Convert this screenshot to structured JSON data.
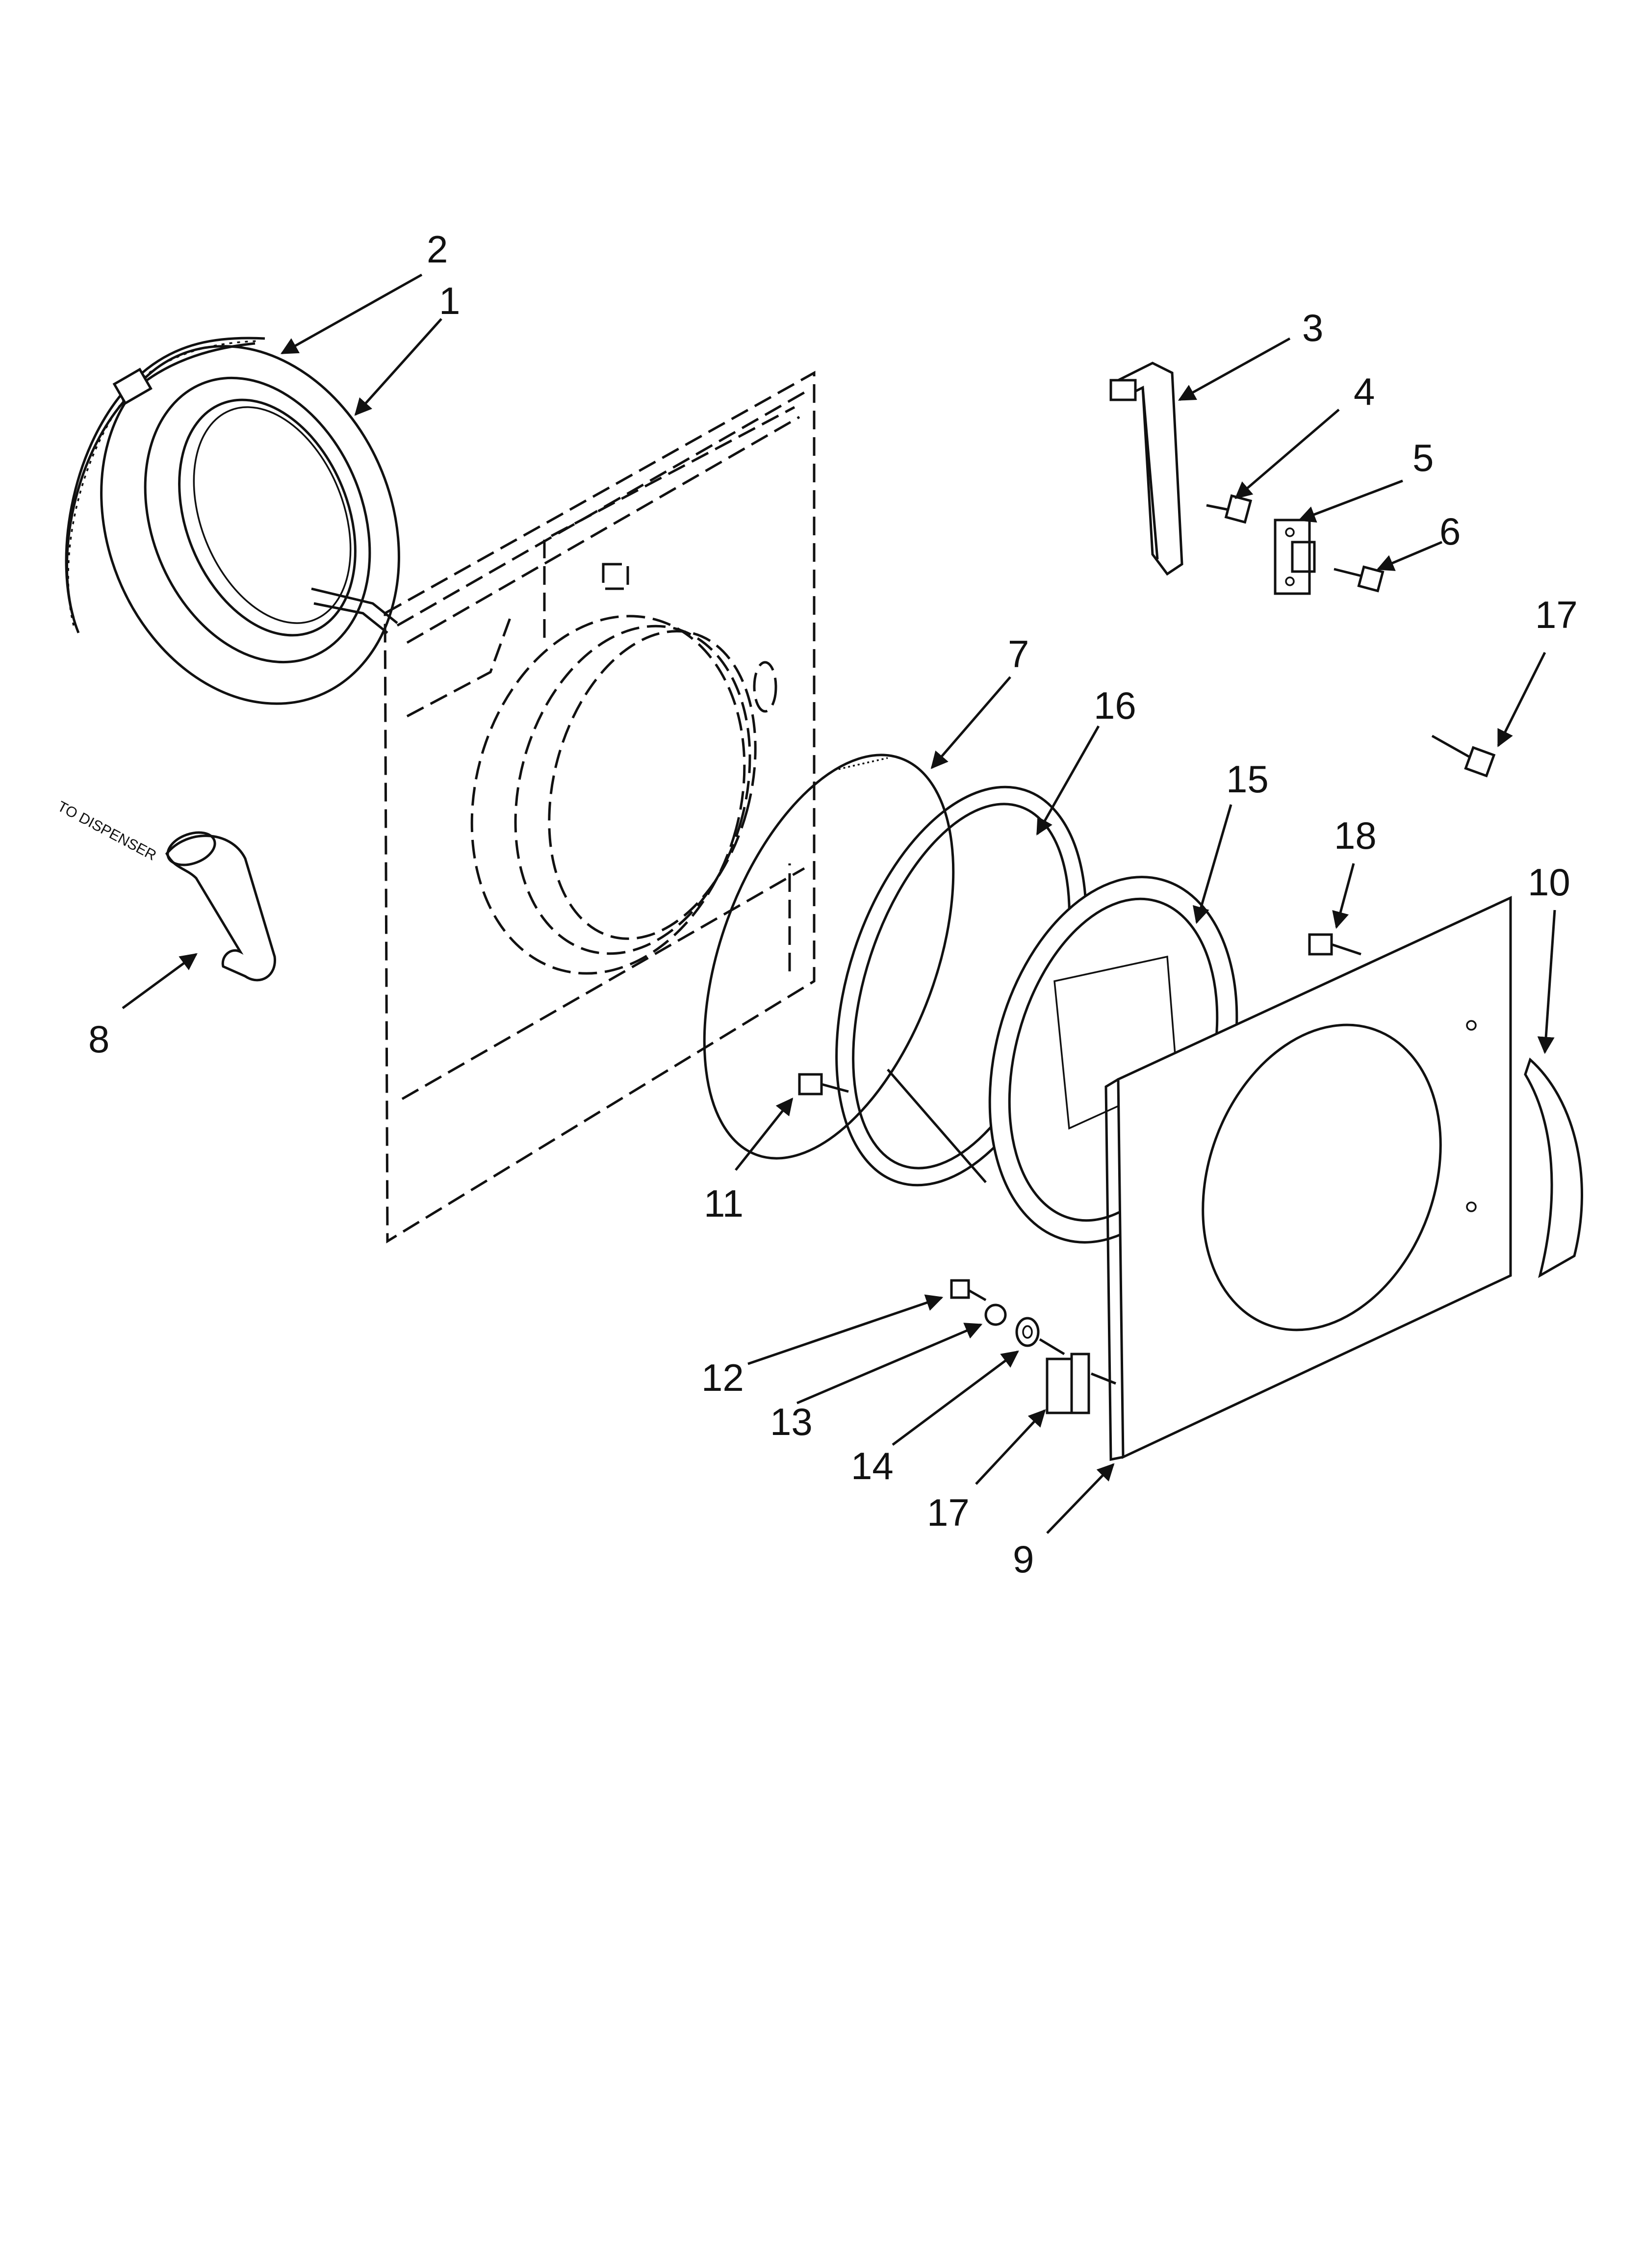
{
  "diagram": {
    "note": "TO DISPENSER",
    "callouts": [
      {
        "id": "c1",
        "label": "1"
      },
      {
        "id": "c2",
        "label": "2"
      },
      {
        "id": "c3",
        "label": "3"
      },
      {
        "id": "c4",
        "label": "4"
      },
      {
        "id": "c5",
        "label": "5"
      },
      {
        "id": "c6",
        "label": "6"
      },
      {
        "id": "c7",
        "label": "7"
      },
      {
        "id": "c8",
        "label": "8"
      },
      {
        "id": "c9",
        "label": "9"
      },
      {
        "id": "c10",
        "label": "10"
      },
      {
        "id": "c11",
        "label": "11"
      },
      {
        "id": "c12",
        "label": "12"
      },
      {
        "id": "c13",
        "label": "13"
      },
      {
        "id": "c14",
        "label": "14"
      },
      {
        "id": "c15",
        "label": "15"
      },
      {
        "id": "c16",
        "label": "16"
      },
      {
        "id": "c17a",
        "label": "17"
      },
      {
        "id": "c17b",
        "label": "17"
      },
      {
        "id": "c18",
        "label": "18"
      }
    ]
  }
}
